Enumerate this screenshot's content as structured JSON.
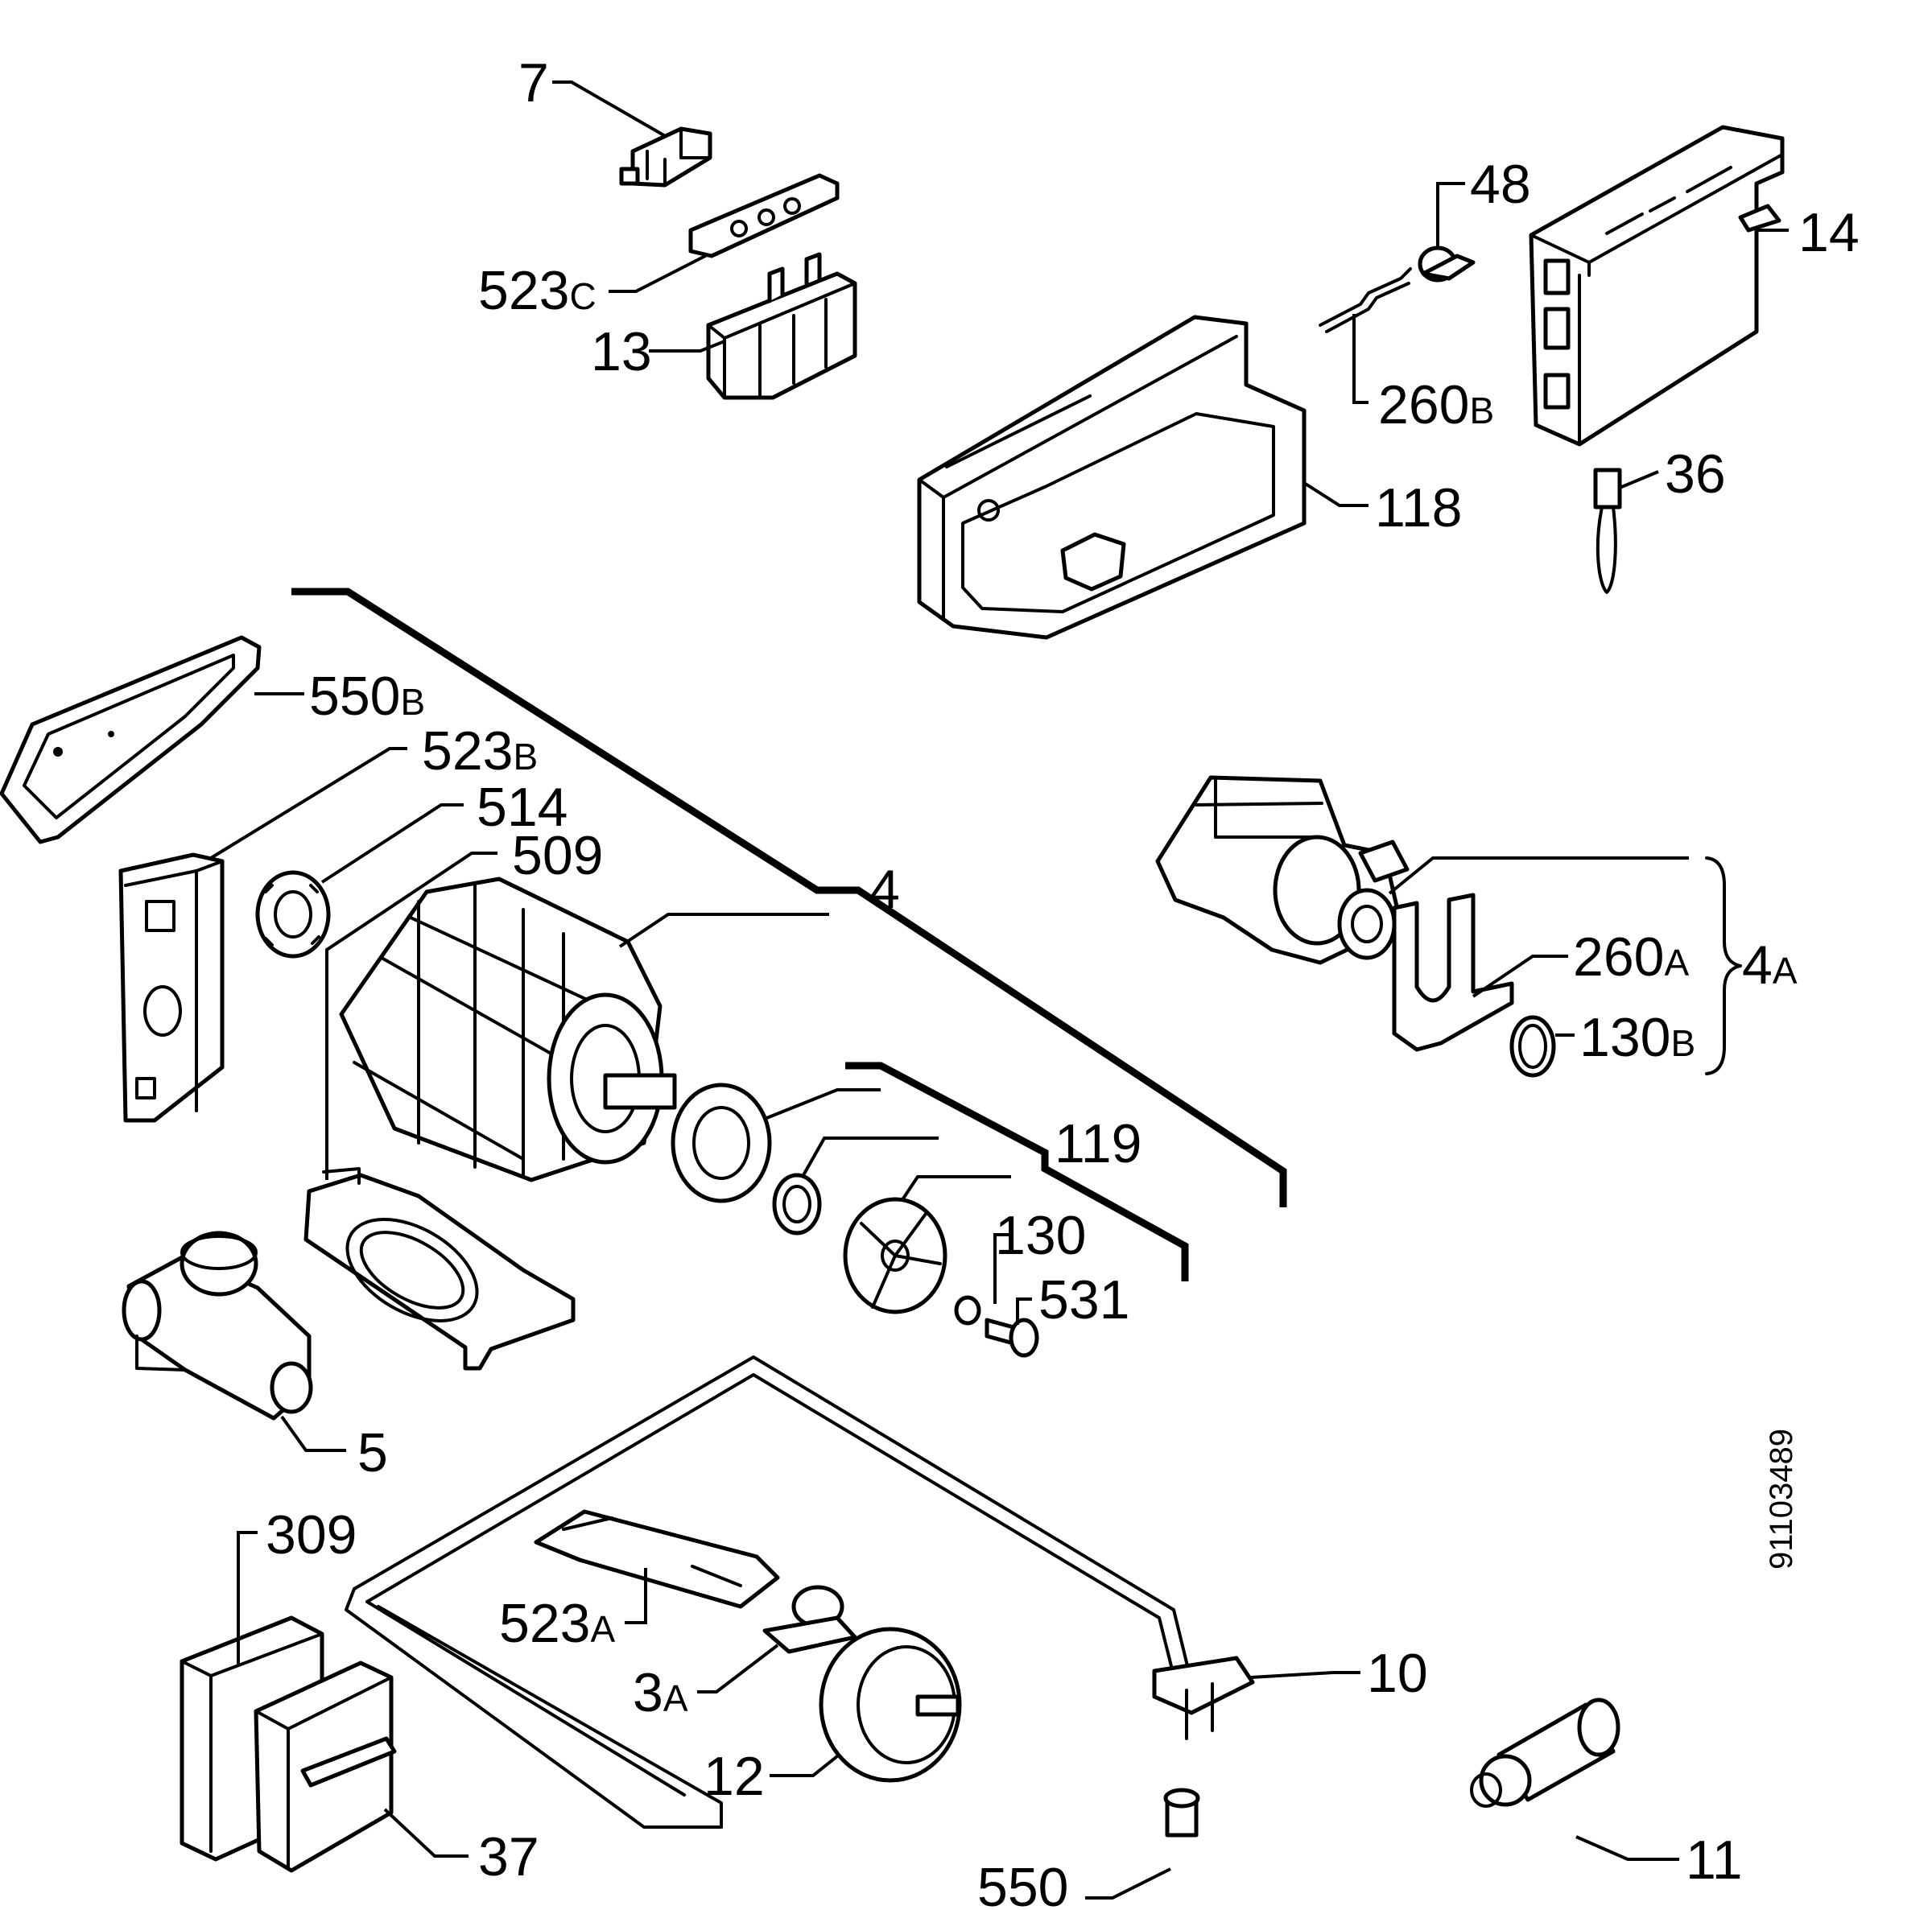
{
  "callouts": [
    {
      "id": "7",
      "num": "7",
      "suffix": ""
    },
    {
      "id": "523C",
      "num": "523",
      "suffix": "C"
    },
    {
      "id": "13",
      "num": "13",
      "suffix": ""
    },
    {
      "id": "48",
      "num": "48",
      "suffix": ""
    },
    {
      "id": "14",
      "num": "14",
      "suffix": ""
    },
    {
      "id": "260B",
      "num": "260",
      "suffix": "B"
    },
    {
      "id": "36",
      "num": "36",
      "suffix": ""
    },
    {
      "id": "118",
      "num": "118",
      "suffix": ""
    },
    {
      "id": "550B",
      "num": "550",
      "suffix": "B"
    },
    {
      "id": "523B",
      "num": "523",
      "suffix": "B"
    },
    {
      "id": "514",
      "num": "514",
      "suffix": ""
    },
    {
      "id": "509",
      "num": "509",
      "suffix": ""
    },
    {
      "id": "4",
      "num": "4",
      "suffix": ""
    },
    {
      "id": "119",
      "num": "119",
      "suffix": ""
    },
    {
      "id": "130",
      "num": "130",
      "suffix": ""
    },
    {
      "id": "531",
      "num": "531",
      "suffix": ""
    },
    {
      "id": "5",
      "num": "5",
      "suffix": ""
    },
    {
      "id": "260A",
      "num": "260",
      "suffix": "A"
    },
    {
      "id": "4A",
      "num": "4",
      "suffix": "A"
    },
    {
      "id": "130B",
      "num": "130",
      "suffix": "B"
    },
    {
      "id": "309",
      "num": "309",
      "suffix": ""
    },
    {
      "id": "523A",
      "num": "523",
      "suffix": "A"
    },
    {
      "id": "3A",
      "num": "3",
      "suffix": "A"
    },
    {
      "id": "10",
      "num": "10",
      "suffix": ""
    },
    {
      "id": "12",
      "num": "12",
      "suffix": ""
    },
    {
      "id": "37",
      "num": "37",
      "suffix": ""
    },
    {
      "id": "11",
      "num": "11",
      "suffix": ""
    },
    {
      "id": "550",
      "num": "550",
      "suffix": ""
    }
  ],
  "drawing_code": "91103489"
}
